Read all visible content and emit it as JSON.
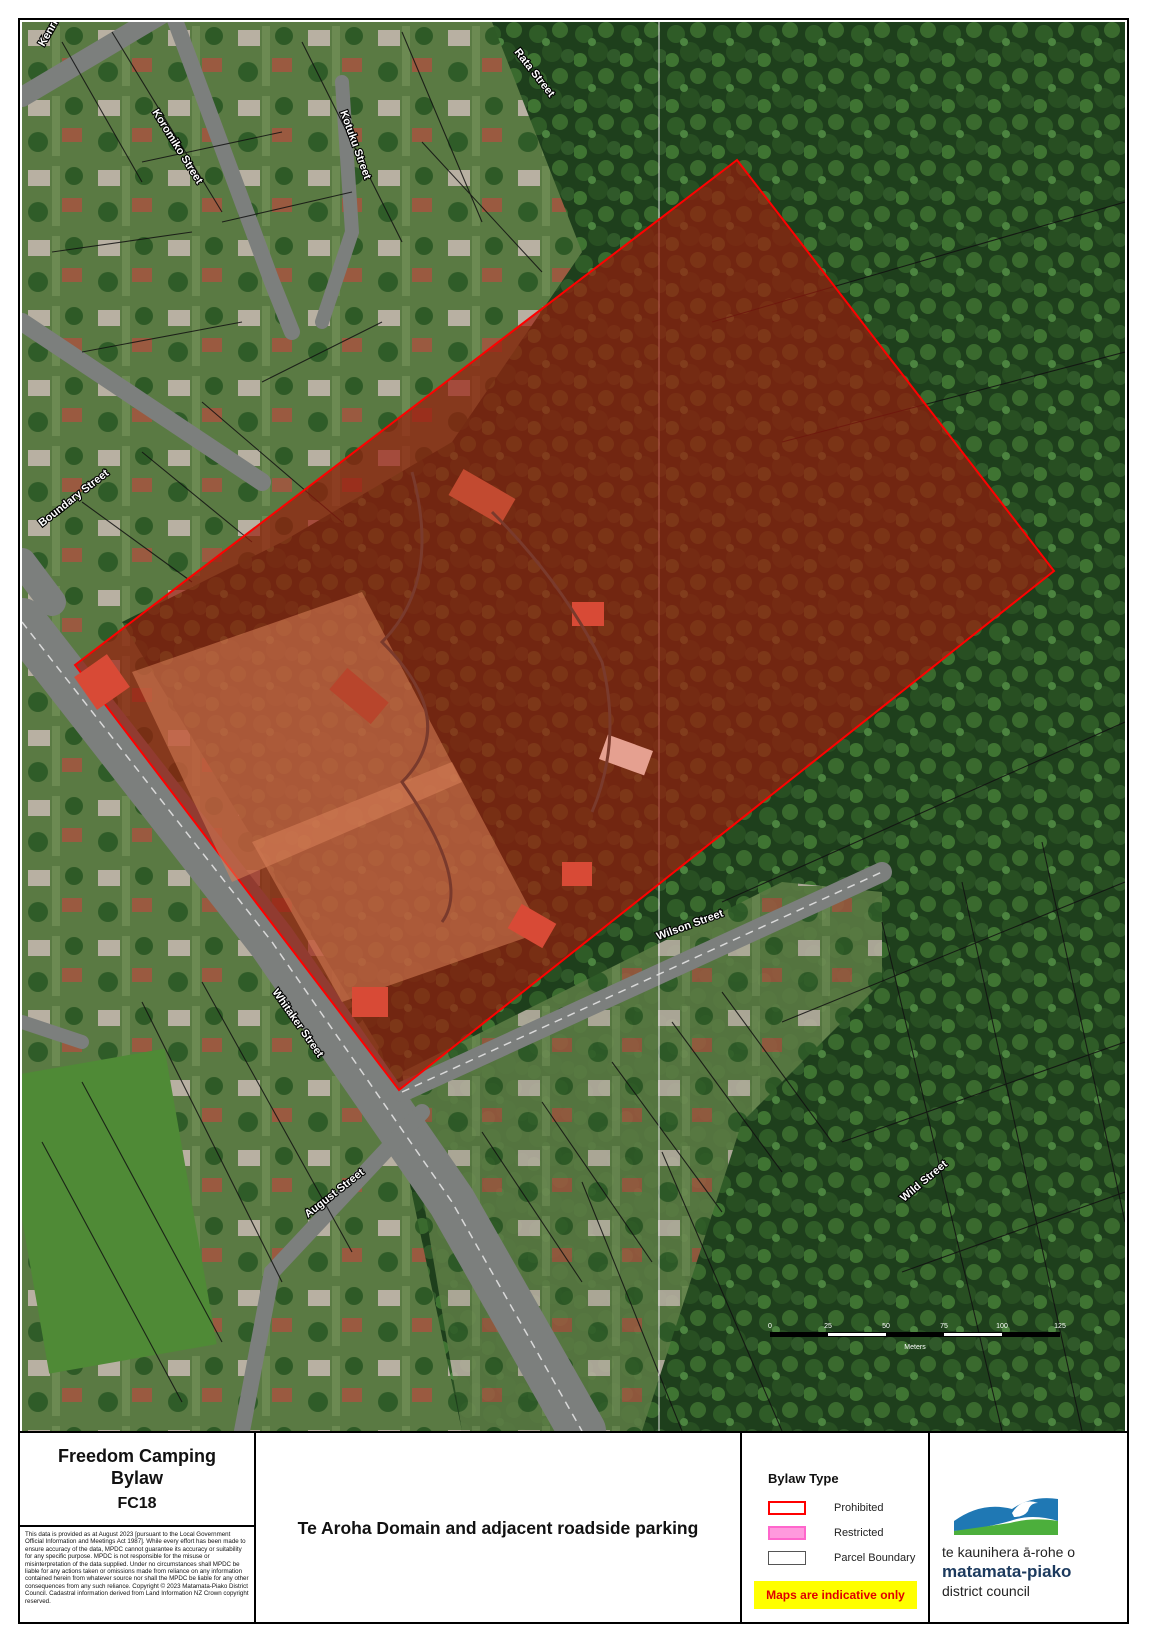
{
  "map": {
    "streets": [
      "Rata Street",
      "Kenrick Street",
      "Koromiko Street",
      "Kotuku Street",
      "Boundary Street",
      "Wilson Street",
      "Whitaker Street",
      "August Street",
      "Wild Street"
    ],
    "scale_ticks": [
      "0",
      "25",
      "50",
      "75",
      "100",
      "125"
    ],
    "scale_unit": "Meters",
    "colors": {
      "prohibited_fill": "#9b1a0c",
      "prohibited_border": "#ff0000"
    }
  },
  "title_block": {
    "line1": "Freedom Camping",
    "line2": "Bylaw",
    "code": "FC18",
    "disclaimer": "This data is provided as at August 2023 [pursuant to the Local Government Official Information and Meetings Act 1987]. While every effort has been made to ensure accuracy of the data, MPDC cannot guarantee its accuracy or suitability for any specific purpose. MPDC is not responsible for the misuse or misinterpretation of the data supplied. Under no circumstances shall MPDC be liable for any actions taken or omissions made from reliance on any information contained herein from whatever source nor shall the MPDC be liable for any other consequences from any such reliance. Copyright © 2023 Matamata-Piako District Council. Cadastral information derived from Land Information NZ Crown copyright reserved."
  },
  "description": "Te Aroha Domain and adjacent roadside parking",
  "bylaw_legend": {
    "title": "Bylaw Type",
    "items": [
      {
        "label": "Prohibited",
        "color": "#ff0000"
      },
      {
        "label": "Restricted",
        "color": "#ff66cc"
      },
      {
        "label": "Parcel Boundary",
        "color": "#555555"
      }
    ],
    "note": "Maps are indicative only"
  },
  "logo": {
    "line1": "te kaunihera ā-rohe o",
    "line2": "matamata-piako",
    "line3": "district council",
    "colors": {
      "blue": "#1f78b4",
      "green": "#4caf3c"
    }
  }
}
